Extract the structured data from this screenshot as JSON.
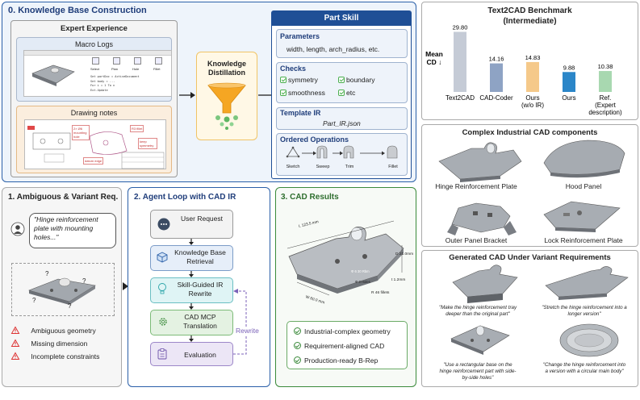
{
  "s0": {
    "title": "0. Knowledge Base Construction",
    "expert_title": "Expert Experience",
    "macro_title": "Macro Logs",
    "drawing_title": "Drawing notes",
    "distill_title": "Knowledge Distillation",
    "skill": {
      "title": "Part Skill",
      "params_title": "Parameters",
      "params_text": "width, length, arch_radius, etc.",
      "checks_title": "Checks",
      "checks": [
        "symmetry",
        "boundary",
        "smoothness",
        "etc"
      ],
      "template_title": "Template IR",
      "template_file": "Part_IR.json",
      "ops_title": "Ordered Operations",
      "ops": [
        "Sketch",
        "Sweep",
        "Trim",
        "Fillet"
      ]
    },
    "macro_steps": [
      "Select",
      "Plan",
      "Hole",
      "Fillet"
    ],
    "macro_code": [
      "Set partDoc = ActiveDocument",
      "Set body = ...",
      "For i = 1 To n",
      "Ext.Update"
    ],
    "drawing_labels": [
      "2× Ø6 mounting hole",
      "R3 fillet",
      "keep symmetry",
      "datum edge"
    ]
  },
  "s1": {
    "title": "1. Ambiguous & Variant Req.",
    "quote": "\"Hinge reinforcement plate with mounting holes...\"",
    "marks": [
      "?",
      "?",
      "?",
      "?"
    ],
    "warnings": [
      "Ambiguous geometry",
      "Missing dimension",
      "Incomplete constraints"
    ]
  },
  "s2": {
    "title": "2. Agent Loop with CAD IR",
    "steps": [
      "User Request",
      "Knowledge Base Retrieval",
      "Skill-Guided IR Rewrite",
      "CAD MCP Translation",
      "Evaluation"
    ],
    "rewrite": "Rewrite"
  },
  "s3": {
    "title": "3. CAD Results",
    "dims": [
      "L 123.5 mm",
      "D 21.0mm",
      "t 1.2mm",
      "R 46 fillets",
      "W 60.0 mm",
      "Φ 6 30 Rbm",
      "Φ 3 Holes"
    ],
    "results": [
      "Industrial-complex geometry",
      "Requirement-aligned CAD",
      "Production-ready B-Rep"
    ]
  },
  "bench": {
    "title": "Text2CAD Benchmark",
    "subtitle": "(Intermediate)"
  },
  "chart_data": {
    "type": "bar",
    "title": "Text2CAD Benchmark (Intermediate)",
    "ylabel": "Mean CD ↓",
    "categories": [
      "Text2CAD",
      "CAD-Coder",
      "Ours (w/o IR)",
      "Ours",
      "Ref. (Expert description)"
    ],
    "category_lines": [
      [
        "Text2CAD"
      ],
      [
        "CAD-Coder"
      ],
      [
        "Ours",
        "(w/o IR)"
      ],
      [
        "Ours"
      ],
      [
        "Ref.",
        "(Expert",
        "description)"
      ]
    ],
    "values": [
      29.8,
      14.16,
      14.83,
      9.88,
      10.38
    ],
    "value_labels": [
      "29.80",
      "14.16",
      "14.83",
      "9.88",
      "10.38"
    ],
    "colors": [
      "#c5cbd6",
      "#8ea3c4",
      "#f5c98a",
      "#2b86c8",
      "#a8d8b0"
    ],
    "ylim": [
      0,
      32
    ]
  },
  "complex": {
    "title": "Complex Industrial CAD components",
    "labels": [
      "Hinge Reinforcement Plate",
      "Hood Panel",
      "Outer Panel Bracket",
      "Lock Reinforcement Plate"
    ]
  },
  "variant": {
    "title": "Generated CAD Under Variant Requirements",
    "captions": [
      [
        "\"Make the hinge reinforcement tray",
        "deeper than the original part\""
      ],
      [
        "\"Stretch the hinge reinforcement into a",
        "longer version\""
      ],
      [
        "\"Use a rectangular base on the",
        "hinge reinforcement part with side-",
        "by-side holes\""
      ],
      [
        "\"Change the hinge reinforcement into",
        "a version with a circular main body\""
      ]
    ]
  }
}
